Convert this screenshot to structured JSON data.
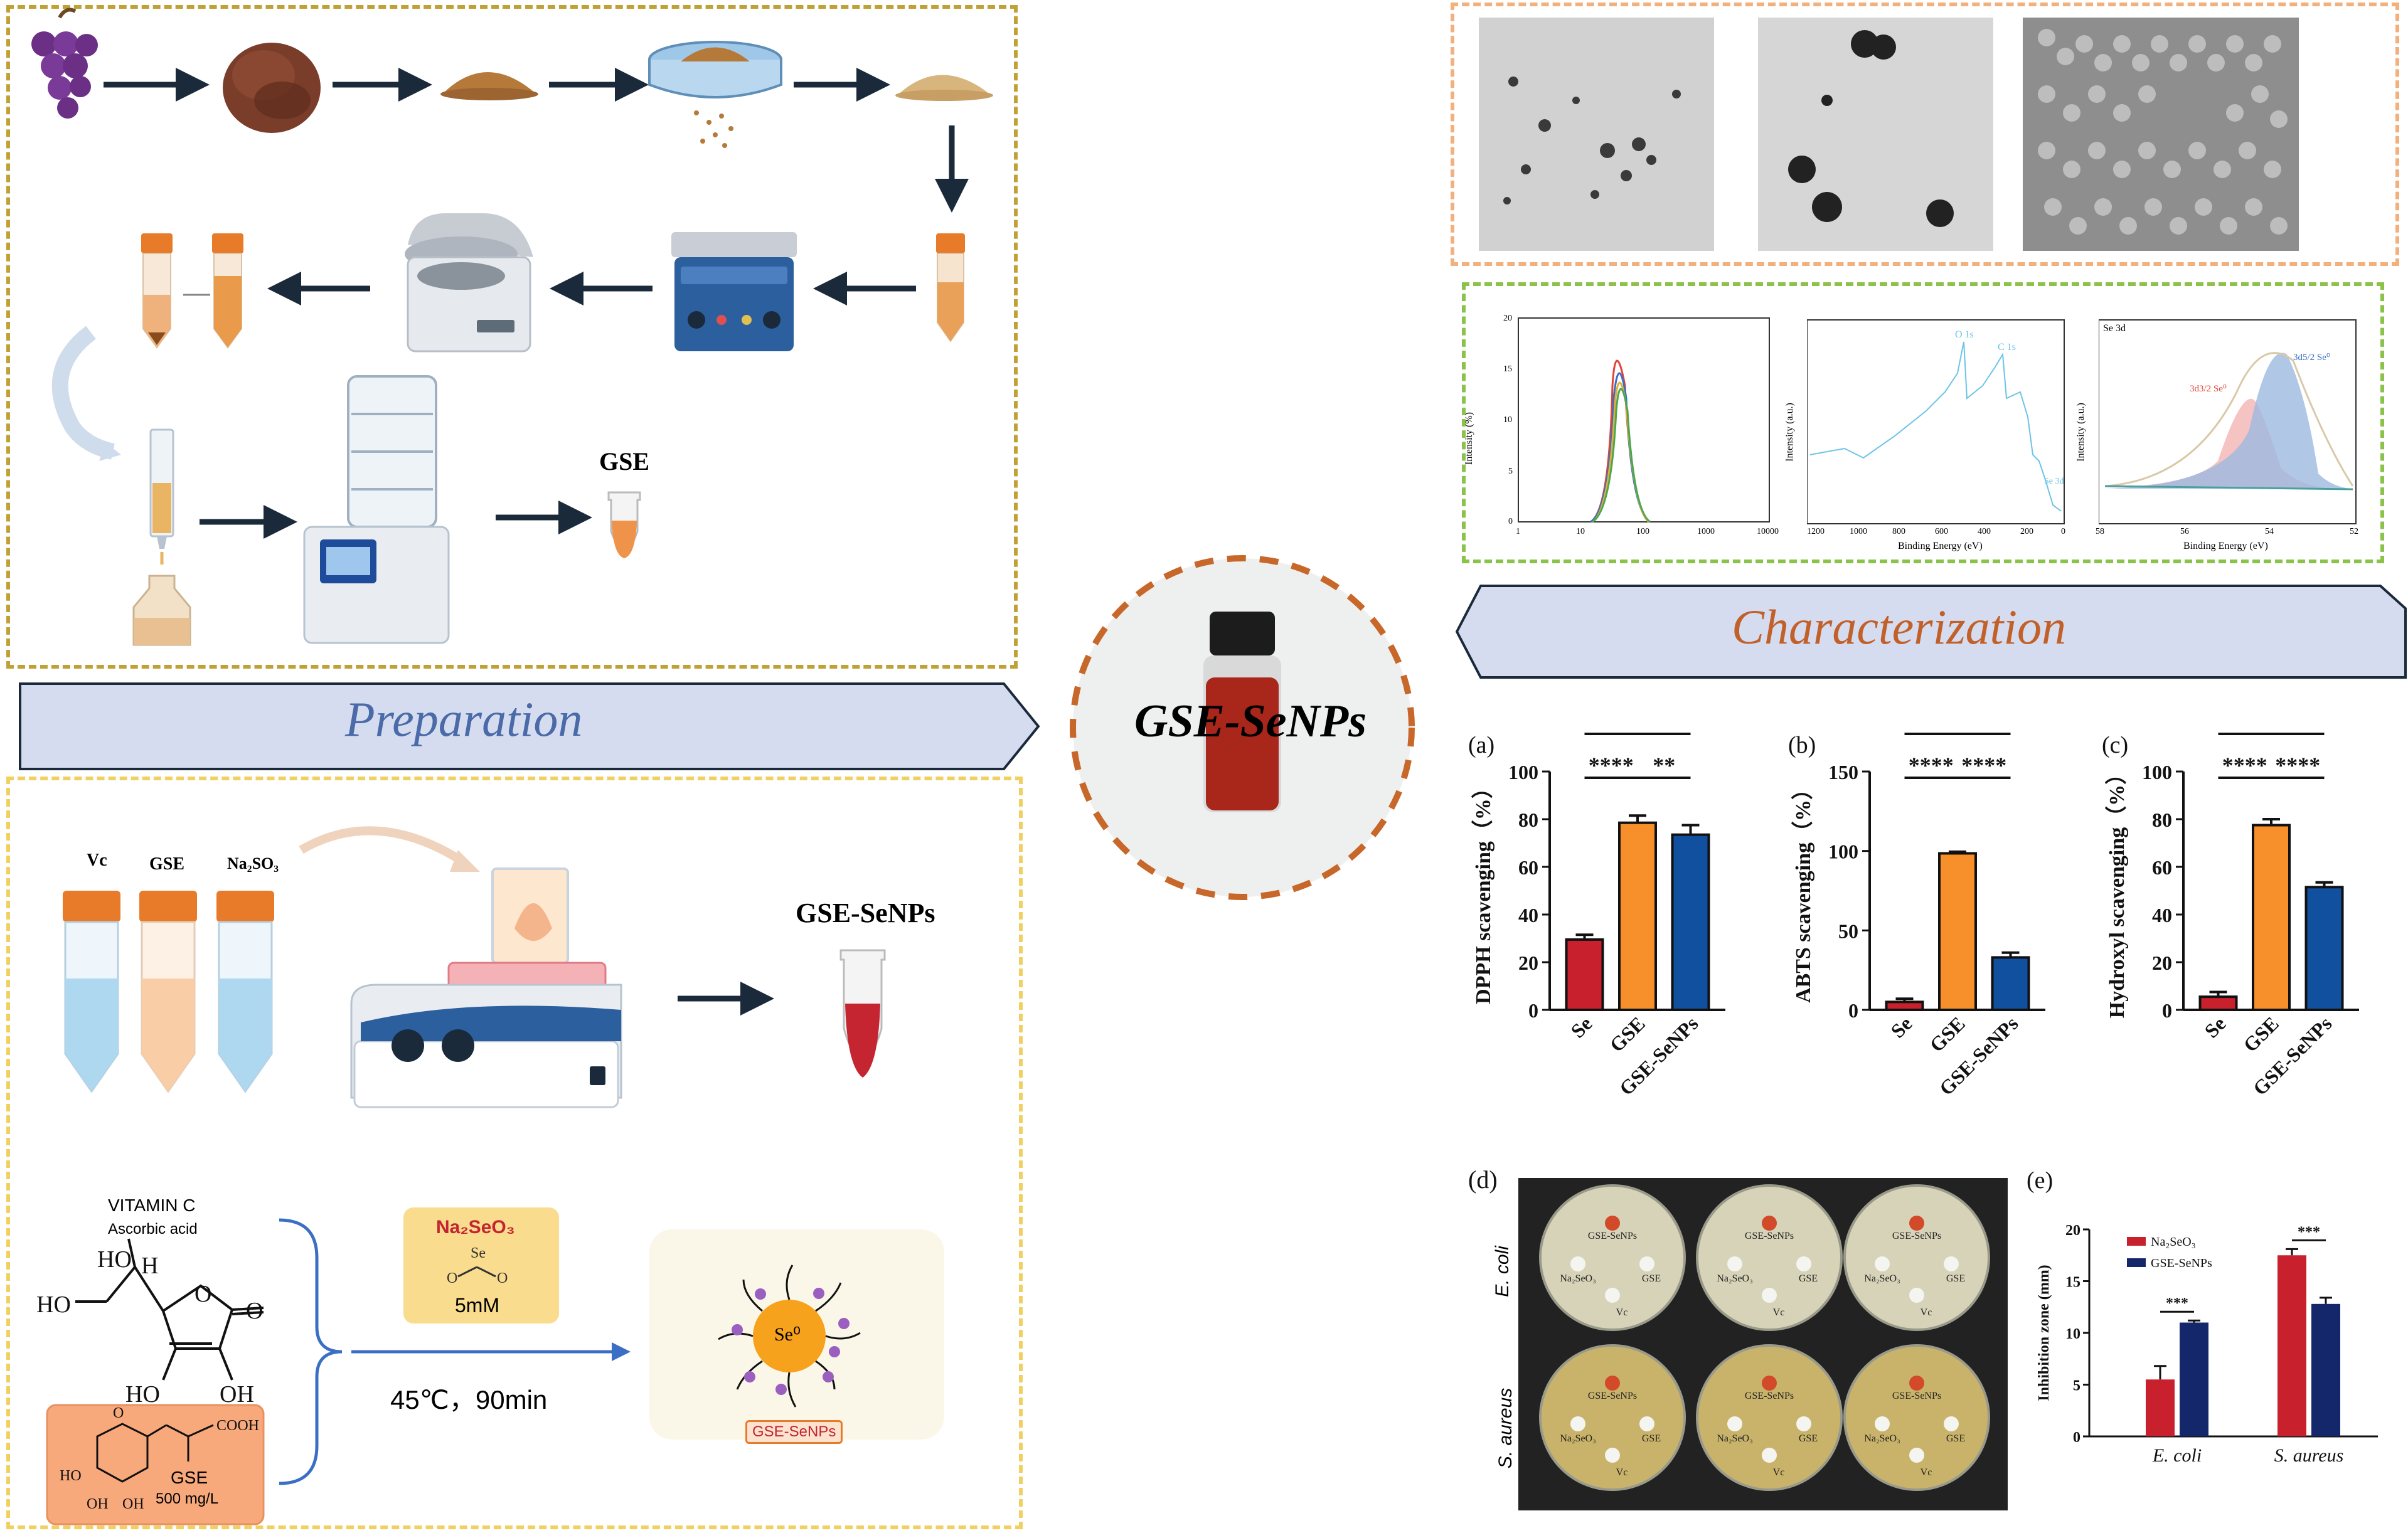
{
  "preparation": {
    "title": "Preparation",
    "gse_label": "GSE",
    "synthesis": {
      "tube_labels": [
        "Vc",
        "GSE",
        "Na₂SO₃"
      ],
      "product_label": "GSE-SeNPs",
      "vitamin_title": "VITAMIN C",
      "vitamin_subtitle": "Ascorbic acid",
      "reagent_name": "Na₂SeO₃",
      "reagent_conc": "5mM",
      "gse_conc_label": "GSE",
      "gse_conc_value": "500 mg/L",
      "condition": "45℃，90min",
      "np_core_label": "Se⁰",
      "np_label": "GSE-SeNPs"
    }
  },
  "center": {
    "title": "GSE-SeNPs"
  },
  "characterization": {
    "title": "Characterization",
    "dls": {
      "xlabel": "",
      "ylabel": "Intensity (%)",
      "xticks": [
        "1",
        "10",
        "100",
        "1000",
        "10000"
      ],
      "yticks": [
        "0",
        "5",
        "10",
        "15",
        "20"
      ]
    },
    "xps": {
      "xlabel": "Binding Energy (eV)",
      "ylabel": "Intensity (a.u.)",
      "xticks": [
        "1200",
        "1000",
        "800",
        "600",
        "400",
        "200",
        "0"
      ],
      "peaks": [
        "O 1s",
        "C 1s",
        "Se 3d"
      ]
    },
    "se3d": {
      "title": "Se 3d",
      "xlabel": "Binding Energy (eV)",
      "ylabel": "Intensity (a.u.)",
      "xticks": [
        "58",
        "56",
        "54",
        "52"
      ],
      "peak1": "3d3/2 Se⁰",
      "peak2": "3d5/2 Se⁰"
    }
  },
  "plates": {
    "panel_label": "(d)",
    "row_labels": [
      "E. coli",
      "S. aureus"
    ],
    "well_labels": [
      "GSE-SeNPs",
      "Na₂SeO₃",
      "GSE",
      "Vc"
    ]
  },
  "chart_data": [
    {
      "type": "bar",
      "panel": "(a)",
      "categories": [
        "Se",
        "GSE",
        "GSE-SeNPs"
      ],
      "values": [
        29.5,
        78.5,
        73.5
      ],
      "errors": [
        2,
        3,
        4
      ],
      "ylabel": "DPPH scavenging（%）",
      "ylim": [
        0,
        100
      ],
      "yticks": [
        "0",
        "20",
        "40",
        "60",
        "80",
        "100"
      ],
      "colors": [
        "#c8202c",
        "#f7902a",
        "#11509e"
      ],
      "significance": [
        {
          "from": 0,
          "to": 1,
          "label": "****"
        },
        {
          "from": 1,
          "to": 2,
          "label": "**"
        },
        {
          "from": 0,
          "to": 2,
          "label": "****"
        }
      ]
    },
    {
      "type": "bar",
      "panel": "(b)",
      "categories": [
        "Se",
        "GSE",
        "GSE-SeNPs"
      ],
      "values": [
        5,
        98.5,
        33
      ],
      "errors": [
        2,
        1,
        3
      ],
      "ylabel": "ABTS scavenging（%）",
      "ylim": [
        0,
        150
      ],
      "yticks": [
        "0",
        "50",
        "100",
        "150"
      ],
      "colors": [
        "#c8202c",
        "#f7902a",
        "#11509e"
      ],
      "significance": [
        {
          "from": 0,
          "to": 1,
          "label": "****"
        },
        {
          "from": 1,
          "to": 2,
          "label": "****"
        },
        {
          "from": 0,
          "to": 2,
          "label": "****"
        }
      ]
    },
    {
      "type": "bar",
      "panel": "(c)",
      "categories": [
        "Se",
        "GSE",
        "GSE-SeNPs"
      ],
      "values": [
        5.5,
        77.5,
        51.5
      ],
      "errors": [
        2,
        2.5,
        2
      ],
      "ylabel": "Hydroxyl scavenging（%）",
      "ylim": [
        0,
        100
      ],
      "yticks": [
        "0",
        "20",
        "40",
        "60",
        "80",
        "100"
      ],
      "colors": [
        "#c8202c",
        "#f7902a",
        "#11509e"
      ],
      "significance": [
        {
          "from": 0,
          "to": 1,
          "label": "****"
        },
        {
          "from": 1,
          "to": 2,
          "label": "****"
        },
        {
          "from": 0,
          "to": 2,
          "label": "****"
        }
      ]
    },
    {
      "type": "bar",
      "panel": "(e)",
      "categories": [
        "E. coli",
        "S. aureus"
      ],
      "series": [
        {
          "name": "Na₂SeO₃",
          "values": [
            5.5,
            17.5
          ],
          "errors": [
            1.3,
            0.6
          ],
          "color": "#c8202c"
        },
        {
          "name": "GSE-SeNPs",
          "values": [
            11,
            12.8
          ],
          "errors": [
            0.2,
            0.6
          ],
          "color": "#14276b"
        }
      ],
      "ylabel": "Inhibition zone (mm)",
      "ylim": [
        0,
        20
      ],
      "yticks": [
        "0",
        "5",
        "10",
        "15",
        "20"
      ],
      "significance": [
        "***",
        "***"
      ]
    }
  ]
}
